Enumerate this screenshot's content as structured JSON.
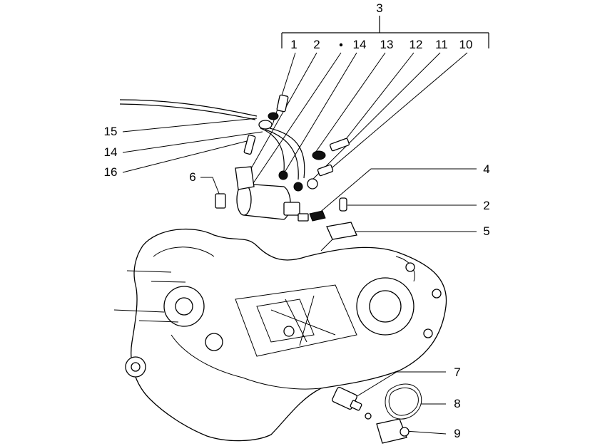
{
  "callouts": {
    "group": "3",
    "top": [
      "1",
      "2",
      "14",
      "13",
      "12",
      "11",
      "10"
    ],
    "left": [
      "15",
      "14",
      "16",
      "6"
    ],
    "right": [
      "4",
      "2",
      "5",
      "7",
      "8",
      "9"
    ]
  },
  "colors": {
    "ink": "#000000",
    "background": "#ffffff"
  }
}
